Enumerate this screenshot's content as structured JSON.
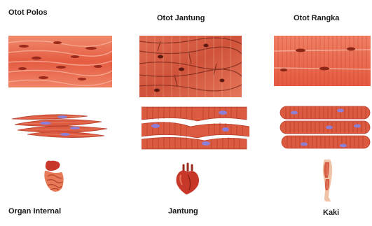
{
  "labels": {
    "smooth": "Otot Polos",
    "cardiac": "Otot Jantung",
    "skeletal": "Otot Rangka"
  },
  "locations": {
    "smooth": "Organ Internal",
    "cardiac": "Jantung",
    "skeletal": "Kaki"
  },
  "colors": {
    "tissue_base": "#e8644a",
    "tissue_light": "#f3987f",
    "nucleus": "#9c2a1c",
    "cell_base": "#d9553d",
    "cell_stripe": "#b8412d",
    "cell_nucleus": "#8e7fd6",
    "organ_red": "#c8382a"
  },
  "icons": {
    "smooth_organ": "internal-organs-icon",
    "cardiac_organ": "heart-icon",
    "skeletal_organ": "leg-muscle-icon"
  }
}
